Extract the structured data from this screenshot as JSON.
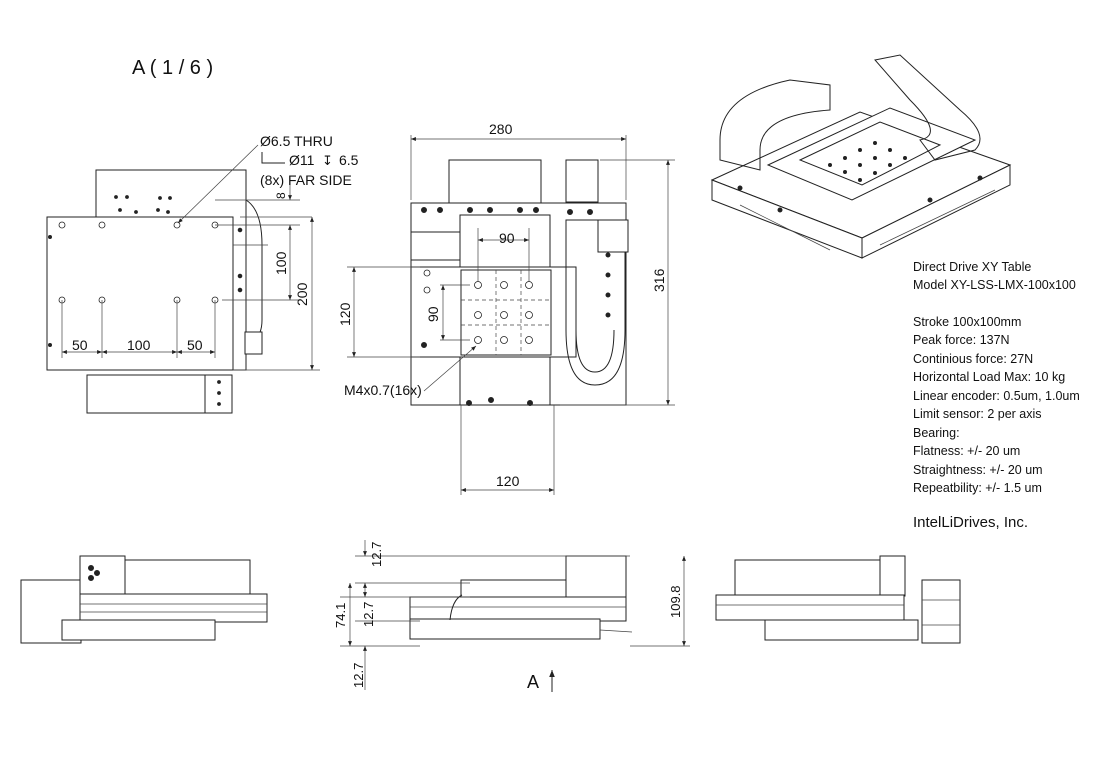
{
  "sheet": {
    "label": "A ( 1 / 6 )"
  },
  "top_view": {
    "callout": {
      "line1": "Ø6.5 THRU",
      "line2": "Ø11",
      "line2b": "6.5",
      "line3": "(8x) FAR SIDE"
    },
    "dims": {
      "d8": "8",
      "d100v": "100",
      "d200": "200",
      "d50a": "50",
      "d100h": "100",
      "d50b": "50"
    }
  },
  "center_view": {
    "dims": {
      "d280": "280",
      "d90h": "90",
      "d316": "316",
      "d120v": "120",
      "d90v": "90",
      "d120h": "120"
    },
    "thread_note": "M4x0.7(16x)"
  },
  "side_view": {
    "dims": {
      "d12_7a": "12.7",
      "d74_1": "74.1",
      "d12_7b": "12.7",
      "d12_7c": "12.7",
      "d109_8": "109.8"
    },
    "view_arrow": "A"
  },
  "specs": {
    "title": "Direct Drive XY Table",
    "model": "Model XY-LSS-LMX-100x100",
    "lines": [
      "Stroke 100x100mm",
      "Peak force: 137N",
      "Continious force: 27N",
      "Horizontal Load Max: 10 kg",
      "Linear encoder: 0.5um, 1.0um",
      "Limit sensor: 2 per axis",
      "Bearing:",
      "Flatness: +/- 20 um",
      "Straightness: +/- 20 um",
      "Repeatbility: +/- 1.5 um"
    ]
  },
  "company": "IntelLiDrives, Inc."
}
